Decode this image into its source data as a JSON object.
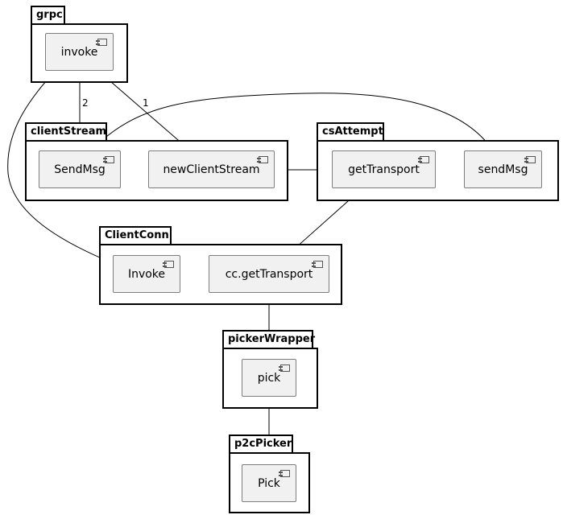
{
  "packages": {
    "grpc": "grpc",
    "clientStream": "clientStream",
    "csAttempt": "csAttempt",
    "ClientConn": "ClientConn",
    "pickerWrapper": "pickerWrapper",
    "p2cPicker": "p2cPicker"
  },
  "components": {
    "invoke": "invoke",
    "SendMsg": "SendMsg",
    "newClientStream": "newClientStream",
    "getTransport": "getTransport",
    "sendMsg": "sendMsg",
    "Invoke": "Invoke",
    "ccGetTransport": "cc.getTransport",
    "pick": "pick",
    "Pick": "Pick"
  },
  "edges": {
    "invoke_to_SendMsg": "2",
    "invoke_to_newClientStream": "1"
  },
  "icons": {
    "component": "component-icon"
  },
  "colors": {
    "component_fill": "#f1f1f1",
    "component_border": "#7d7d7d",
    "line": "#000000"
  }
}
